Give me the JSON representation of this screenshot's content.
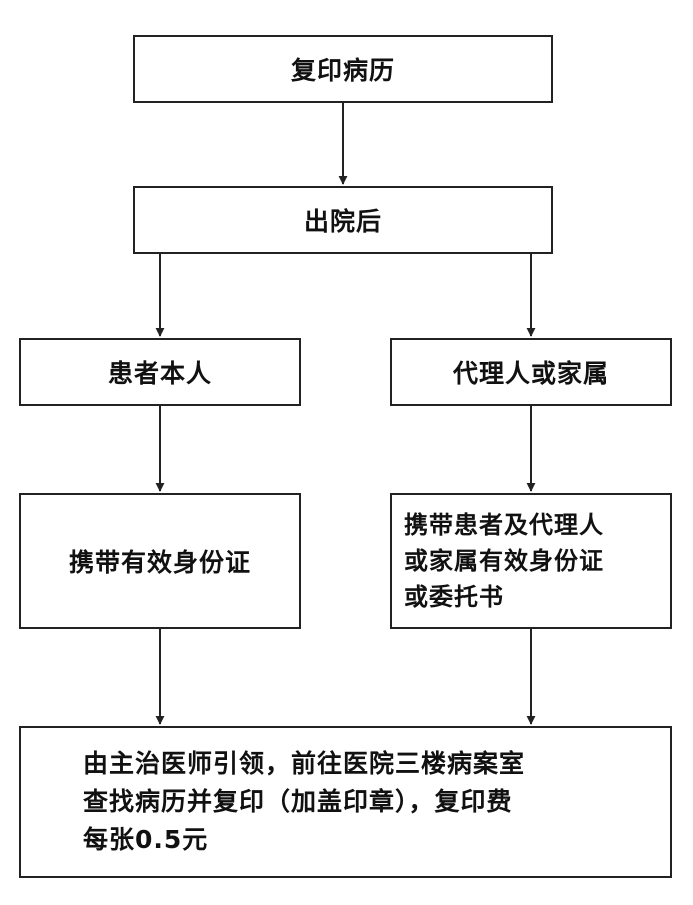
{
  "flowchart": {
    "nodes": {
      "copy_record": "复印病历",
      "after_discharge": "出院后",
      "patient_self": "患者本人",
      "agent_or_family": "代理人或家属",
      "patient_id": "携带有效身份证",
      "agent_id": "携带患者及代理人\n或家属有效身份证\n或委托书",
      "final_step": "由主治医师引领，前往医院三楼病案室\n查找病历并复印（加盖印章），复印费\n每张0.5元"
    },
    "edges": [
      {
        "from": "copy_record",
        "to": "after_discharge"
      },
      {
        "from": "after_discharge",
        "to": "patient_self"
      },
      {
        "from": "after_discharge",
        "to": "agent_or_family"
      },
      {
        "from": "patient_self",
        "to": "patient_id"
      },
      {
        "from": "agent_or_family",
        "to": "agent_id"
      },
      {
        "from": "patient_id",
        "to": "final_step"
      },
      {
        "from": "agent_id",
        "to": "final_step"
      }
    ],
    "colors": {
      "line": "#222222",
      "text": "#111111",
      "background": "#ffffff"
    }
  }
}
